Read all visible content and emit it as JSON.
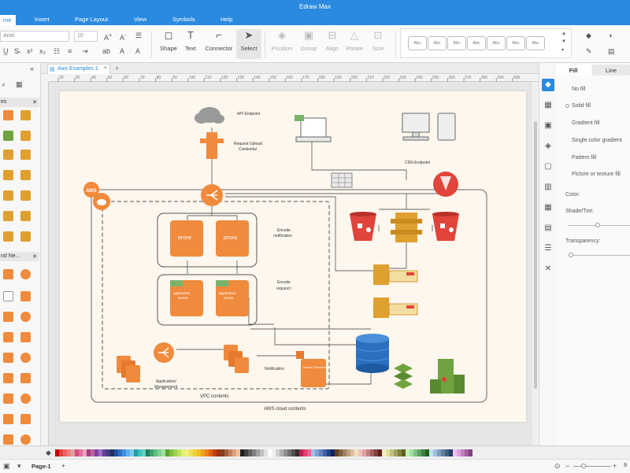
{
  "app": {
    "title": "Edraw Max"
  },
  "menu": {
    "items": [
      "me",
      "Insert",
      "Page Layout",
      "View",
      "Symbols",
      "Help"
    ]
  },
  "ribbon": {
    "font_name": "Arial",
    "font_size": "10",
    "tools": [
      {
        "label": "Shape",
        "icon": "square-icon"
      },
      {
        "label": "Text",
        "icon": "text-icon"
      },
      {
        "label": "Connector",
        "icon": "connector-icon"
      },
      {
        "label": "Select",
        "icon": "cursor-icon"
      }
    ],
    "arrange": [
      "Position",
      "Group",
      "Align",
      "Rotate",
      "Size"
    ],
    "style_presets": [
      "Abc",
      "Abc",
      "Abc",
      "Abc",
      "Abc",
      "Abc",
      "Abc"
    ]
  },
  "document": {
    "tab": "Aws Examples 1"
  },
  "ruler": {
    "ticks": [
      "20",
      "30",
      "40",
      "50",
      "60",
      "70",
      "80",
      "90",
      "100",
      "110",
      "120",
      "130",
      "140",
      "150",
      "160",
      "170",
      "180",
      "190",
      "200",
      "210",
      "220",
      "230",
      "240",
      "250",
      "260",
      "270",
      "280",
      "290",
      "300"
    ]
  },
  "left_panel": {
    "section1": "es",
    "section2": "nd Ne..."
  },
  "diagram": {
    "labels": {
      "api_endpoint": "API Endpoint",
      "request_upload": "Request Upload",
      "credential": "Credential",
      "cdn_endpoint": "CDN Endpoint",
      "proxy1": "proxy",
      "proxy2": "proxy",
      "encode_notification": "Encode",
      "encode_notification2": "notification",
      "encode_request": "Encode",
      "encode_request2": "request l",
      "app_server1": "application",
      "app_server1b": "server",
      "app_server2": "application",
      "app_server2b": "server",
      "app_mgmt": "Application/",
      "app_mgmt2": "Management",
      "notification": "Notification",
      "elastic_transcoder": "Elastic Transcoder",
      "vpc": "VPC contents",
      "aws_cloud": "AWS cloud contents",
      "aws_badge": "AWS"
    }
  },
  "right_panel": {
    "tabs": [
      "Fill",
      "Line"
    ],
    "fill_options": [
      "No fill",
      "Solid fill",
      "Gradient fill",
      "Single color gradient",
      "Pattern fill",
      "Picture or texture fill"
    ],
    "color_label": "Color:",
    "shade_label": "Shade/Tint:",
    "transparency_label": "Transparency:"
  },
  "status": {
    "page": "Page-1",
    "zoom": "9"
  },
  "colors": {
    "accent": "#2a8ae0",
    "aws_orange": "#f08a3c",
    "aws_red": "#e0443a",
    "aws_gold": "#e0a030",
    "aws_blue": "#2b70c0",
    "aws_green": "#6fa33f"
  }
}
